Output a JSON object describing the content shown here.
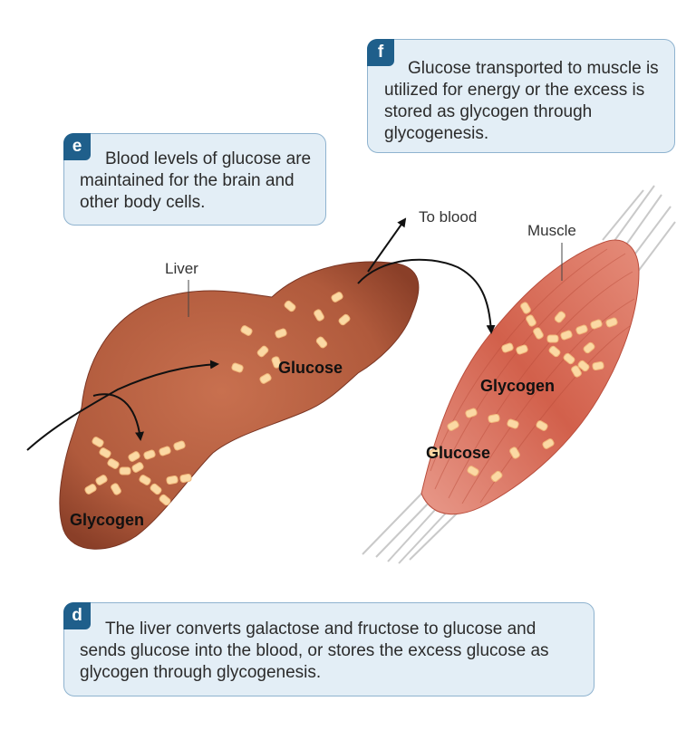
{
  "callouts": {
    "e": {
      "letter": "e",
      "text": "Blood levels of glucose are maintained for the brain and other body cells."
    },
    "f": {
      "letter": "f",
      "text": "Glucose transported to muscle is utilized for energy or the excess is stored as glycogen through glycogenesis."
    },
    "d": {
      "letter": "d",
      "text": "The liver converts galactose and fructose to glucose and sends glucose into the blood, or stores the excess glucose as glycogen through glycogenesis."
    }
  },
  "labels": {
    "liver": "Liver",
    "muscle": "Muscle",
    "to_blood": "To blood",
    "liver_glucose": "Glucose",
    "liver_glycogen": "Glycogen",
    "muscle_glycogen": "Glycogen",
    "muscle_glucose": "Glucose"
  },
  "colors": {
    "callout_bg": "#e3eef6",
    "callout_border": "#8fb3cf",
    "badge": "#1f5f8b",
    "liver": "#b4563a",
    "muscle": "#d86f5c",
    "granule": "#fbd9a4"
  }
}
